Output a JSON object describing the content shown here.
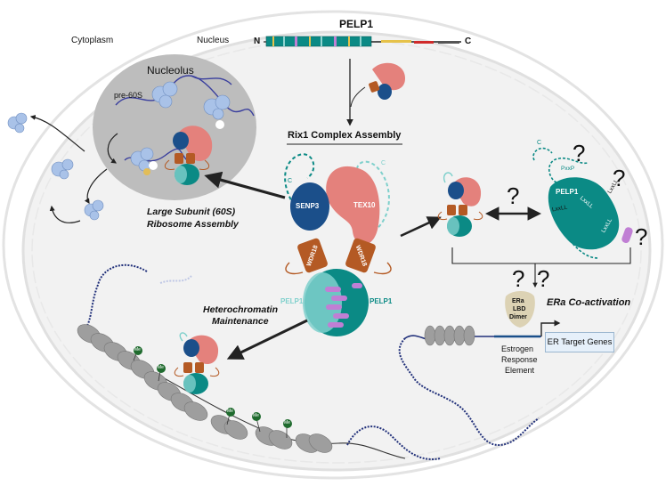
{
  "labels": {
    "cytoplasm": "Cytoplasm",
    "nucleus": "Nucleus",
    "nucleolus": "Nucleolus",
    "pre60s": "pre-60S",
    "pelp1_title": "PELP1",
    "n_term": "N",
    "c_term": "C",
    "rix1": "Rix1 Complex Assembly",
    "ribosome_line1": "Large Subunit (60S)",
    "ribosome_line2": "Ribosome Assembly",
    "heterochromatin_line1": "Heterochromatin",
    "heterochromatin_line2": "Maintenance",
    "era": "ERa Co-activation",
    "senp3": "SENP3",
    "tex10": "TEX10",
    "wdr18": "WDR18",
    "pelp1": "PELP1",
    "era_dimer_1": "ERa",
    "era_dimer_2": "LBD",
    "era_dimer_3": "Dimer",
    "ere_1": "Estrogen",
    "ere_2": "Response",
    "ere_3": "Element",
    "er_target": "ER Target Genes",
    "me": "Me",
    "question": "?",
    "lxxll": "LxxLL",
    "pxxp": "PxxP",
    "c_small": "C"
  },
  "colors": {
    "teal": "#0b8a85",
    "teal_light": "#7fd0cc",
    "salmon": "#e4817c",
    "navy": "#1b4f8a",
    "brown": "#b45a24",
    "purple": "#c07fd4",
    "grey_nucleolus": "#bdbdbd",
    "dna": "#21307a",
    "nucleosome": "#9e9e9e",
    "me_green": "#1f6b2e"
  }
}
